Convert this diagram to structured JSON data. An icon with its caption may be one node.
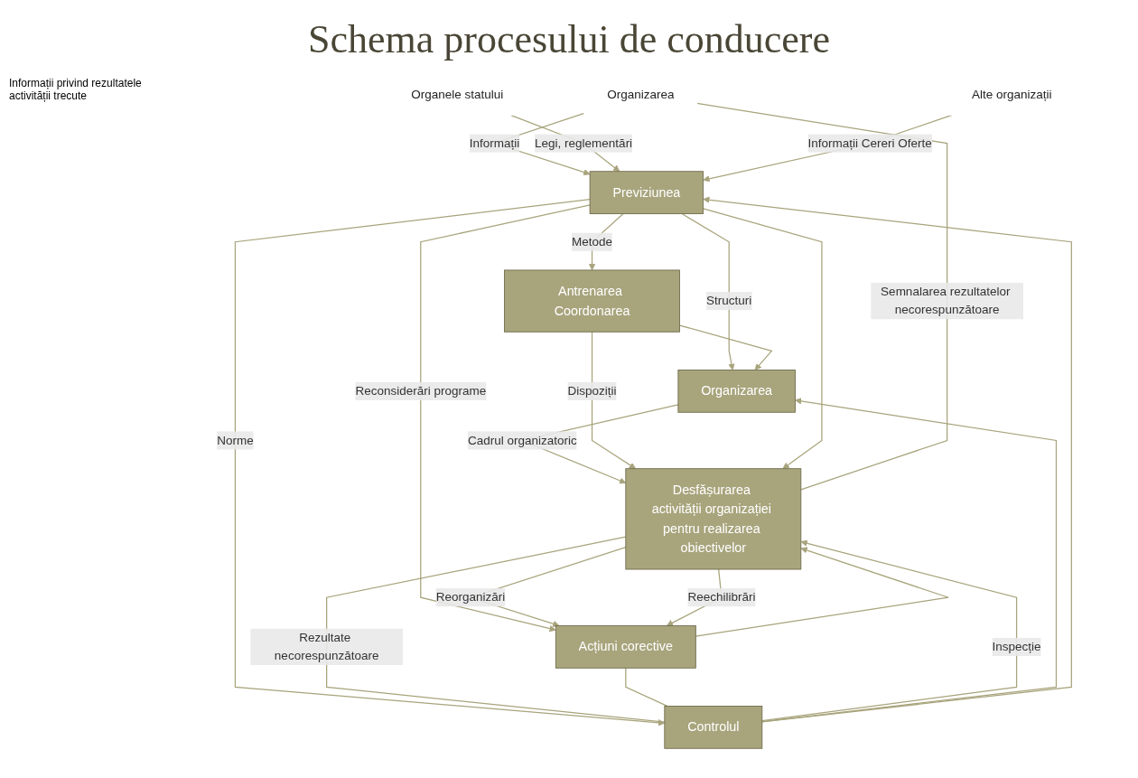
{
  "diagram": {
    "title": "Schema procesului de conducere",
    "nodes": [
      {
        "text": [
          "Organizarea"
        ]
      },
      {
        "text": [
          "Organele statului"
        ]
      },
      {
        "text": [
          "Alte organizații"
        ]
      },
      {
        "text": [
          "Previziunea"
        ]
      },
      {
        "text": [
          "Organizarea"
        ]
      },
      {
        "text": [
          "Antrenarea Coordonarea"
        ]
      },
      {
        "text": [
          "Controlul"
        ]
      },
      {
        "text": [
          "Desfășurarea activității organizației pentru realizarea obiectivelor"
        ]
      },
      {
        "text": [
          "Acțiuni corective"
        ]
      }
    ],
    "edges": [
      {
        "from": 0,
        "to": 3,
        "arrow": "to",
        "label": "Informații"
      },
      {
        "from": 1,
        "to": 3,
        "arrow": "to",
        "label": "Legi, reglementări"
      },
      {
        "from": 2,
        "to": 3,
        "arrow": "to",
        "label": "Informații Cereri Oferte"
      },
      {
        "from": 3,
        "to": 4,
        "arrow": "to",
        "label": "Structuri"
      },
      {
        "from": 4,
        "to": 7,
        "arrow": "to",
        "label": "Cadrul organizatoric"
      },
      {
        "from": 3,
        "to": 5,
        "arrow": "to",
        "label": "Metode"
      },
      {
        "from": 5,
        "to": 7,
        "arrow": "to",
        "label": "Dispoziții"
      },
      {
        "from": 3,
        "to": 6,
        "arrow": "to",
        "label": "Norme"
      },
      {
        "from": 6,
        "to": 7,
        "arrow": "to",
        "label": "Inspecție"
      },
      {
        "from": 3,
        "to": 7,
        "arrow": "to"
      },
      {
        "from": 3,
        "to": 8,
        "arrow": "to",
        "label": "Reconsiderări programe"
      },
      {
        "from": 7,
        "to": 8,
        "arrow": "to",
        "label": "Reorganizări"
      },
      {
        "from": 7,
        "to": 8,
        "arrow": "to",
        "label": "Reechilibrări"
      },
      {
        "from": 8,
        "to": 7,
        "arrow": "to"
      },
      {
        "from": 5,
        "to": 4,
        "arrow": "to"
      },
      {
        "from": 6,
        "to": 4,
        "arrow": "to"
      },
      {
        "from": 6,
        "to": 3,
        "arrow": "to"
      },
      {
        "from": 7,
        "to": 6,
        "arrow": "none",
        "label": "Rezultate necorespunzătoare"
      },
      {
        "from": 8,
        "to": 6,
        "arrow": "none"
      },
      {
        "from": 7,
        "to": 0,
        "arrow": "none",
        "label": "Semnalarea rezultatelor necorespunzătoare"
      }
    ],
    "labels": [
      "Informații privind rezultatele activității trecute"
    ]
  }
}
